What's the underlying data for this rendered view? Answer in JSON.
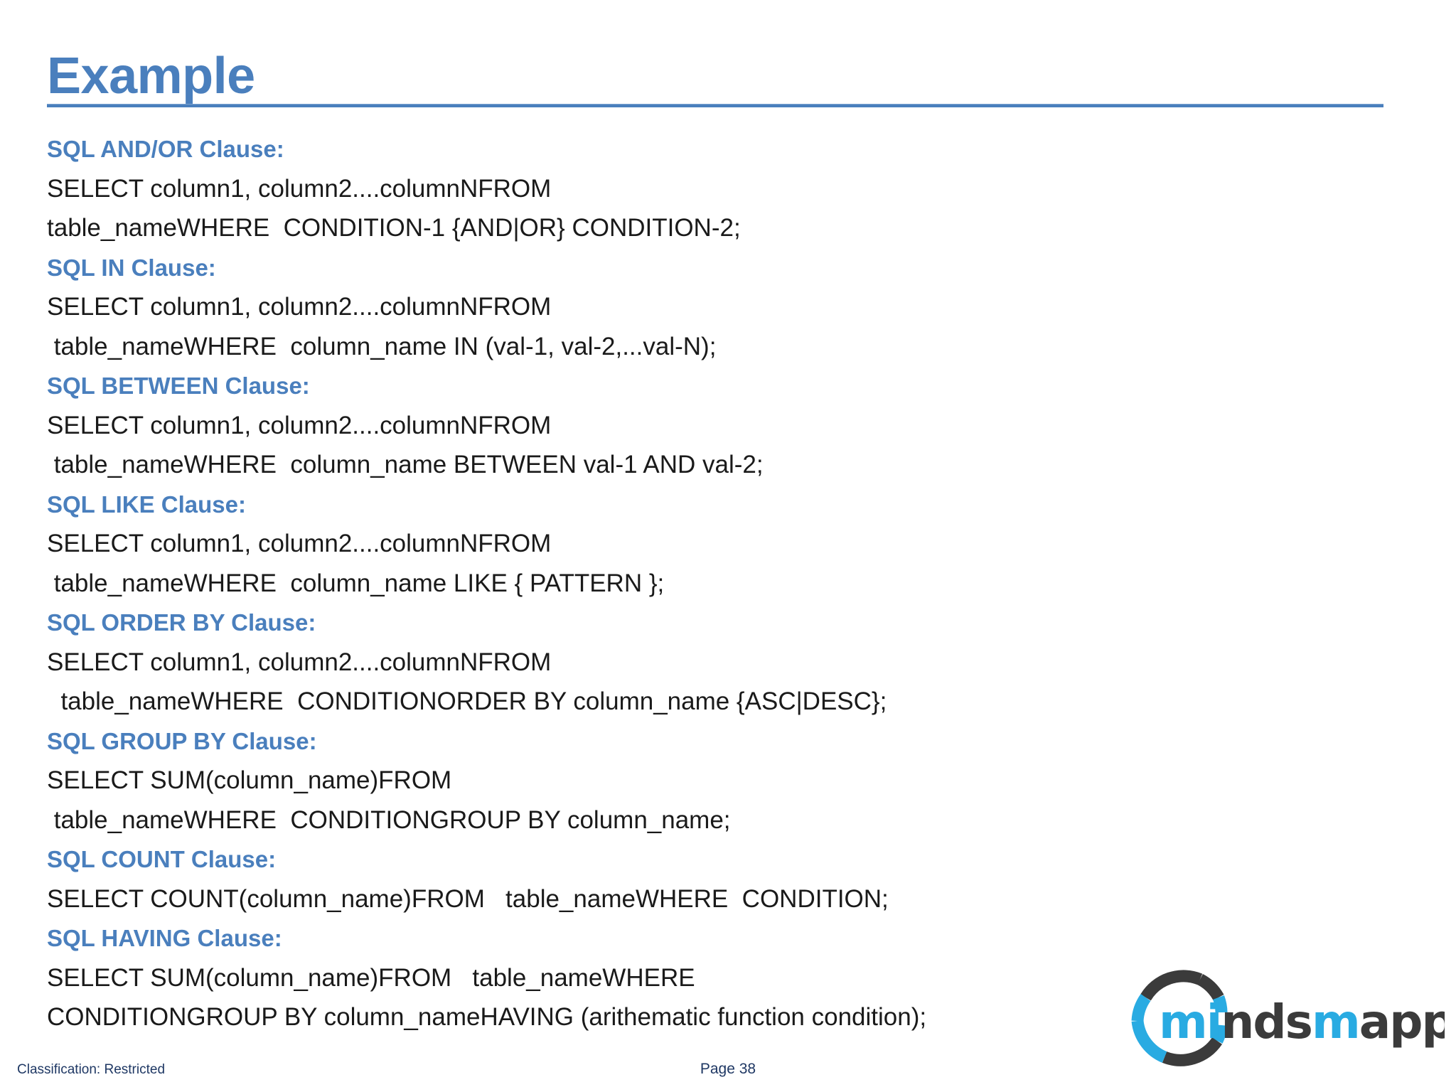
{
  "slide": {
    "title": "Example",
    "accent_color": "#4a7fbd",
    "text_color": "#1a1a1a",
    "background_color": "#ffffff"
  },
  "content": {
    "lines": [
      {
        "type": "heading",
        "text": "SQL AND/OR Clause:"
      },
      {
        "type": "code",
        "text": "SELECT column1, column2....columnNFROM"
      },
      {
        "type": "code",
        "text": "table_nameWHERE  CONDITION-1 {AND|OR} CONDITION-2;"
      },
      {
        "type": "heading",
        "text": "SQL IN Clause:"
      },
      {
        "type": "code",
        "text": "SELECT column1, column2....columnNFROM"
      },
      {
        "type": "code",
        "text": " table_nameWHERE  column_name IN (val-1, val-2,...val-N);"
      },
      {
        "type": "heading",
        "text": "SQL BETWEEN Clause:"
      },
      {
        "type": "code",
        "text": "SELECT column1, column2....columnNFROM"
      },
      {
        "type": "code",
        "text": " table_nameWHERE  column_name BETWEEN val-1 AND val-2;"
      },
      {
        "type": "heading",
        "text": "SQL LIKE Clause:"
      },
      {
        "type": "code",
        "text": "SELECT column1, column2....columnNFROM"
      },
      {
        "type": "code",
        "text": " table_nameWHERE  column_name LIKE { PATTERN };"
      },
      {
        "type": "heading",
        "text": "SQL ORDER BY Clause:"
      },
      {
        "type": "code",
        "text": "SELECT column1, column2....columnNFROM"
      },
      {
        "type": "code",
        "text": "  table_nameWHERE  CONDITIONORDER BY column_name {ASC|DESC};"
      },
      {
        "type": "heading",
        "text": "SQL GROUP BY Clause:"
      },
      {
        "type": "code",
        "text": "SELECT SUM(column_name)FROM"
      },
      {
        "type": "code",
        "text": " table_nameWHERE  CONDITIONGROUP BY column_name;"
      },
      {
        "type": "heading",
        "text": "SQL COUNT Clause:"
      },
      {
        "type": "code",
        "text": "SELECT COUNT(column_name)FROM   table_nameWHERE  CONDITION;"
      },
      {
        "type": "heading",
        "text": "SQL HAVING Clause:"
      },
      {
        "type": "code",
        "text": "SELECT SUM(column_name)FROM   table_nameWHERE"
      },
      {
        "type": "code",
        "text": "CONDITIONGROUP BY column_nameHAVING (arithematic function condition);"
      }
    ]
  },
  "footer": {
    "classification": "Classification: Restricted",
    "page": "Page 38",
    "text_color": "#1f3864"
  },
  "logo": {
    "name": "mindsmapped-logo",
    "word_part_1": "minds",
    "word_part_2": "mapped",
    "blue": "#29abe2",
    "dark": "#3b3b3b"
  }
}
